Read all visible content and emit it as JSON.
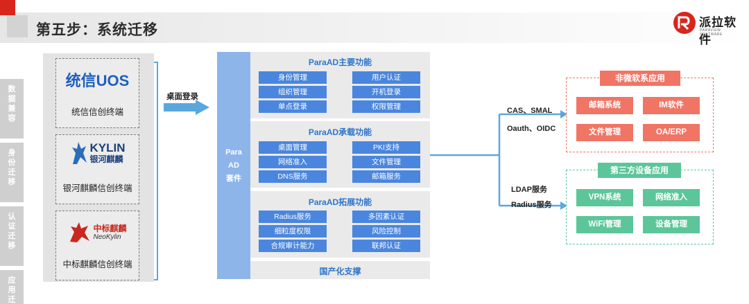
{
  "header": {
    "title": "第五步：系统迁移",
    "logo_text": "派拉软件",
    "logo_subtext": "PARAVIEW SOFTWARE"
  },
  "nav": {
    "tabs": [
      "数据兼容",
      "身份迁移",
      "认证迁移",
      "应用迁移"
    ]
  },
  "clients": [
    {
      "logo_text": "统信UOS",
      "label": "统信信创终端"
    },
    {
      "logo_text": "KYLIN",
      "logo_cn": "银河麒麟",
      "label": "银河麒麟信创终端"
    },
    {
      "logo_text": "中标麒麟",
      "logo_en": "NeoKylin",
      "label": "中标麒麟信创终端"
    }
  ],
  "arrow_label": "桌面登录",
  "para_bar": {
    "lines": [
      "Para",
      "AD",
      "套件"
    ]
  },
  "sections": [
    {
      "title": "ParaAD主要功能",
      "items": [
        "身份管理",
        "用户认证",
        "组织管理",
        "开机登录",
        "单点登录",
        "权限管理"
      ]
    },
    {
      "title": "ParaAD承载功能",
      "items": [
        "桌面管理",
        "PKI支持",
        "网络准入",
        "文件管理",
        "DNS服务",
        "邮箱服务"
      ]
    },
    {
      "title": "ParaAD拓展功能",
      "items": [
        "Radius服务",
        "多因素认证",
        "细粒度权限",
        "风险控制",
        "合规审计能力",
        "联邦认证"
      ]
    }
  ],
  "footer_section": "国产化支撑",
  "protocols": {
    "upper": [
      "CAS、SMAL",
      "Oauth、OIDC"
    ],
    "lower": [
      "LDAP服务",
      "Radius服务"
    ]
  },
  "groups": [
    {
      "title": "非微软系应用",
      "items": [
        "邮箱系统",
        "IM软件",
        "文件管理",
        "OA/ERP"
      ],
      "color": "#f07565"
    },
    {
      "title": "第三方设备应用",
      "items": [
        "VPN系统",
        "网络准入",
        "WiFi管理",
        "设备管理"
      ],
      "color": "#5cc69a"
    }
  ],
  "colors": {
    "accent_blue": "#4a86dd",
    "para_bar": "#8db5ea",
    "connector": "#5aa7dd",
    "brand_red": "#d9261c"
  }
}
